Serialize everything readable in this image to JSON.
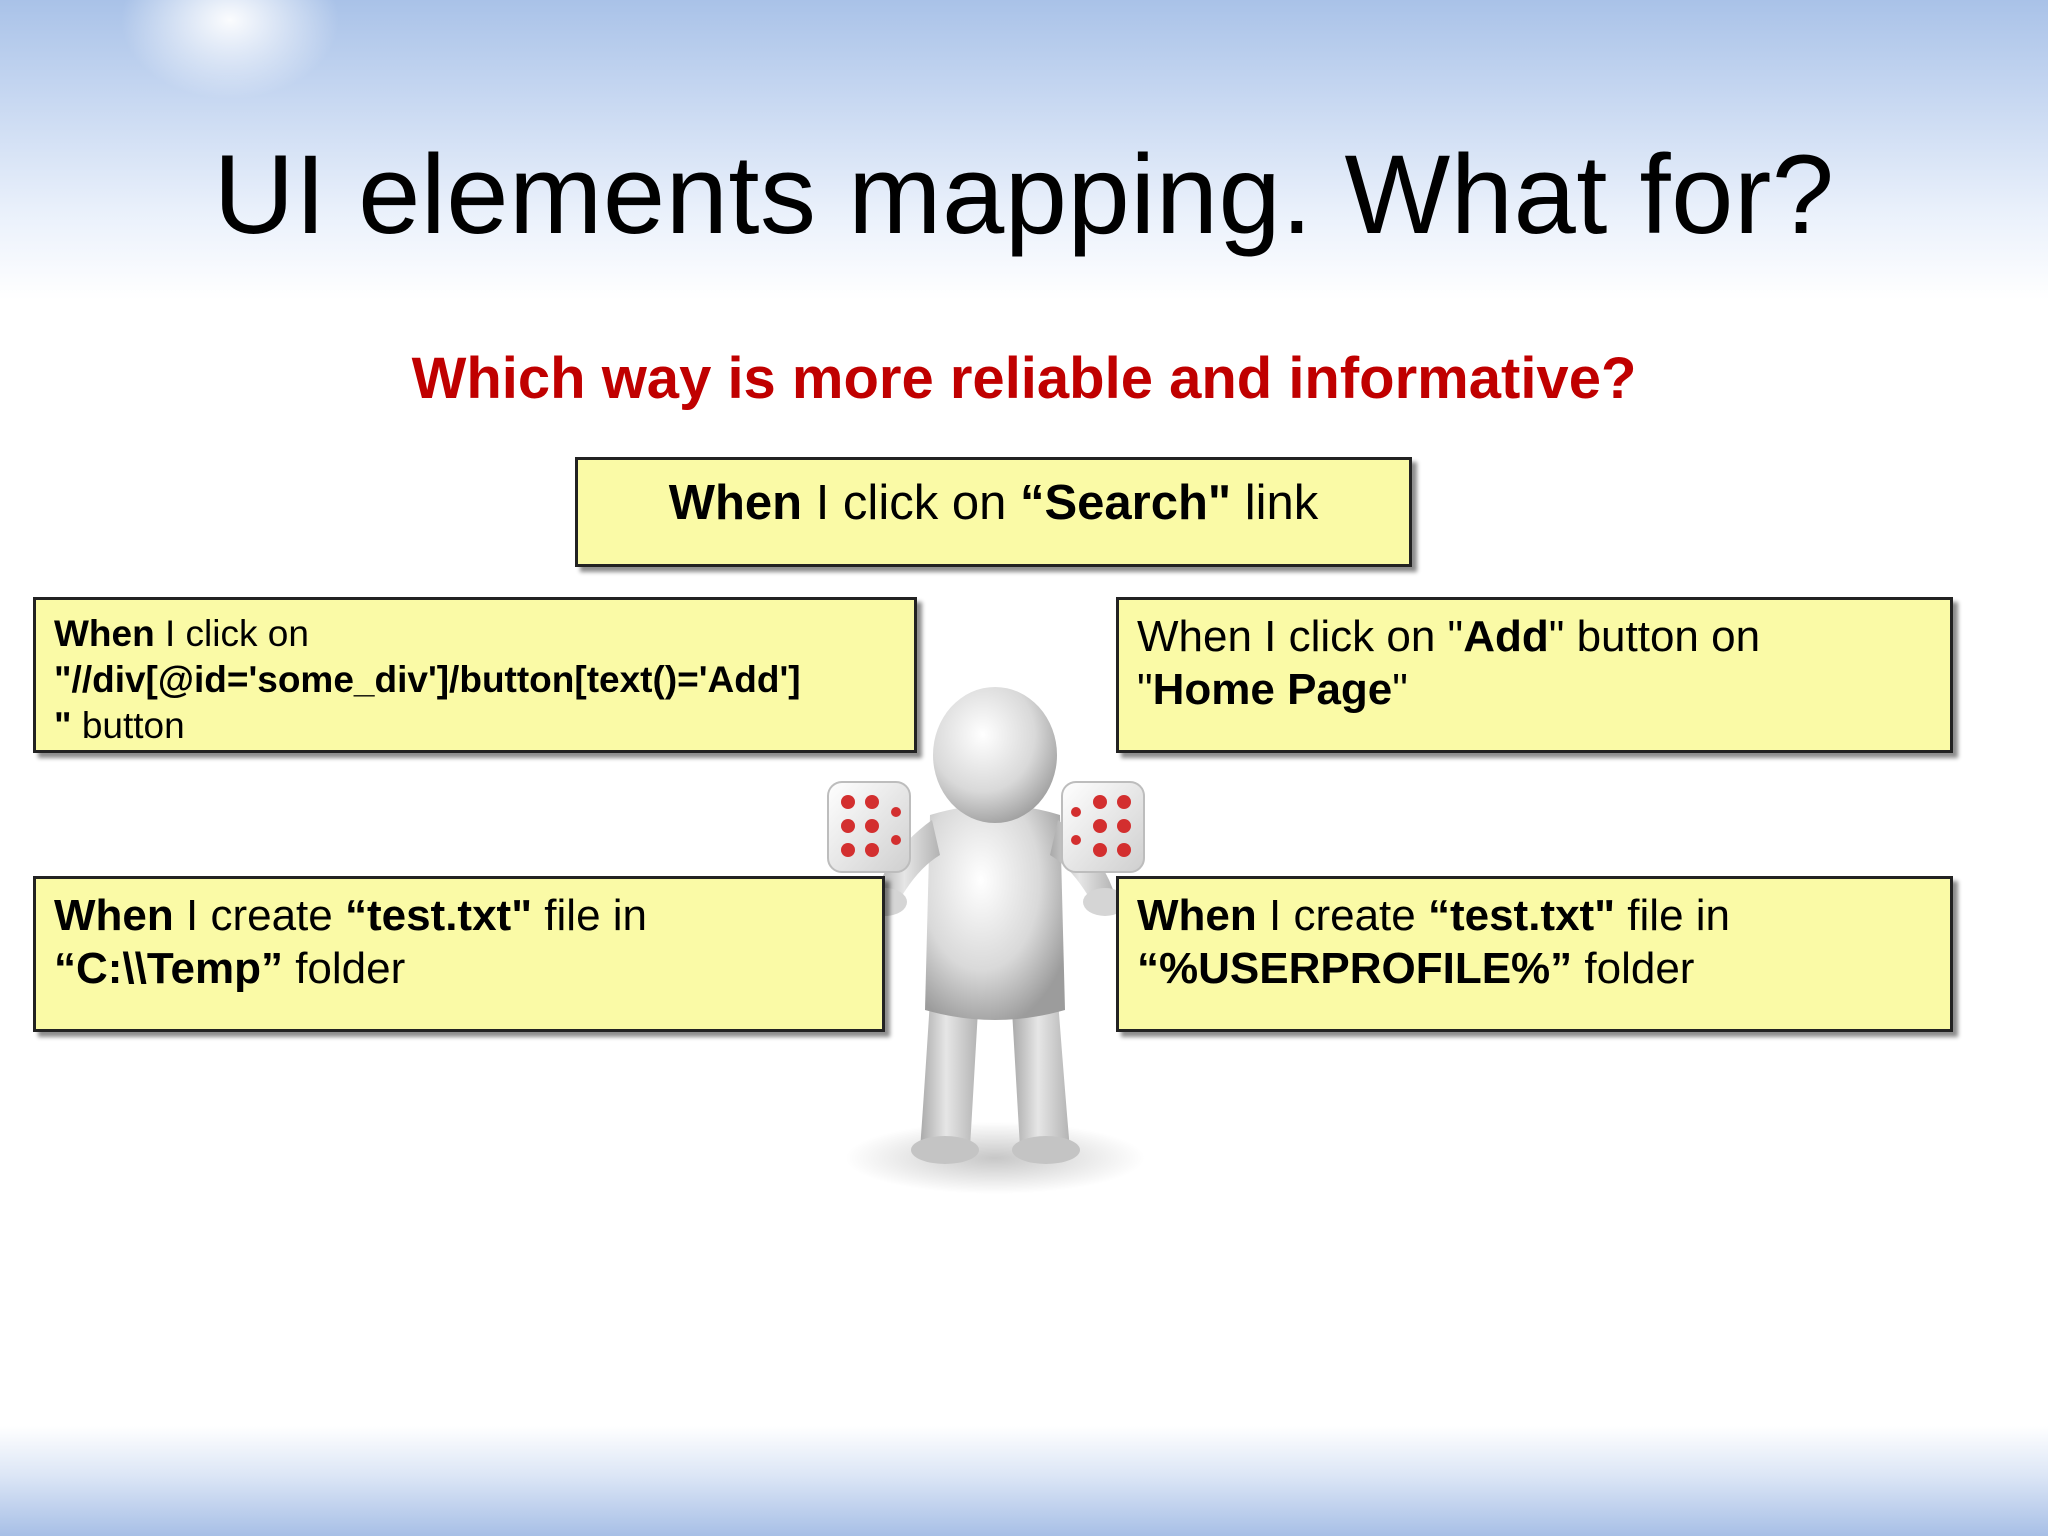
{
  "slide": {
    "title": "UI elements mapping. What for?",
    "subtitle": "Which way is more reliable and informative?"
  },
  "boxes": {
    "top": {
      "when": "When",
      "mid": " I click on ",
      "bold": "“Search\"",
      "end": " link"
    },
    "mid_left": {
      "when": "When",
      "mid": " I click on",
      "xpath": "\"//div[@id='some_div']/button[text()='Add']",
      "quote": "\"",
      "end": " button"
    },
    "mid_right": {
      "pre": "When I click on \"",
      "bold1": "Add",
      "mid": "\" button on",
      "pre2": "\"",
      "bold2": "Home Page",
      "end": "\""
    },
    "bottom_left": {
      "when": "When",
      "mid": " I create ",
      "bold1": "“test.txt\"",
      "mid2": " file in",
      "bold2": "“C:\\\\Temp”",
      "end": " folder"
    },
    "bottom_right": {
      "when": "When",
      "mid": " I create ",
      "bold1": "“test.txt\"",
      "mid2": " file in",
      "bold2": "“%USERPROFILE%”",
      "end": " folder"
    }
  },
  "illustration": {
    "icon": "person-holding-dice-icon"
  },
  "colors": {
    "subtitle": "#c00000",
    "box_fill": "#fafaa6",
    "dice_pip": "#d32f2f"
  }
}
